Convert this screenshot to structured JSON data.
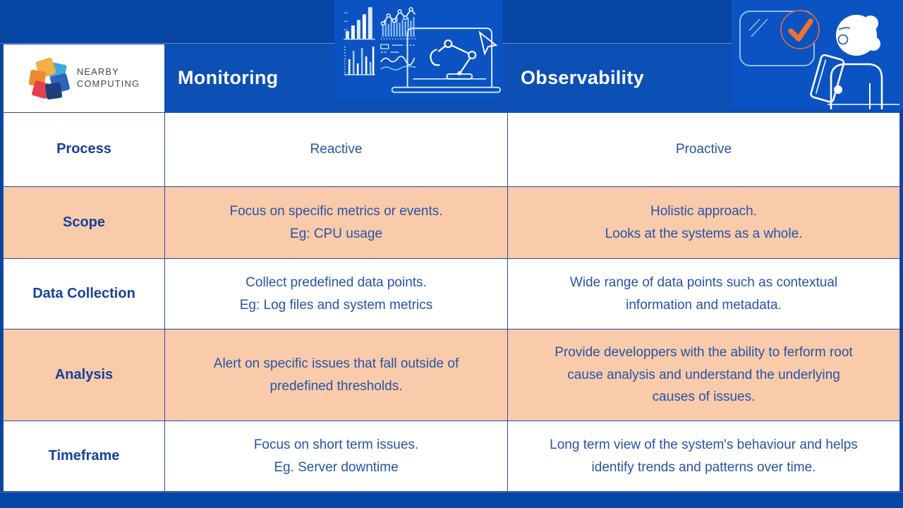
{
  "brand": {
    "name_line1": "NEARBY",
    "name_line2": "COMPUTING"
  },
  "header": {
    "column1_title": "Monitoring",
    "column2_title": "Observability"
  },
  "table": {
    "rows": [
      {
        "label": "Process",
        "monitoring": "Reactive",
        "observability": "Proactive",
        "highlight": false
      },
      {
        "label": "Scope",
        "monitoring": "Focus on specific metrics or events.\nEg: CPU usage",
        "observability": "Holistic approach.\nLooks at the systems as a whole.",
        "highlight": true
      },
      {
        "label": "Data Collection",
        "monitoring": "Collect predefined data points.\nEg: Log files and system metrics",
        "observability": "Wide range of data points such as contextual\ninformation and metadata.",
        "highlight": false
      },
      {
        "label": "Analysis",
        "monitoring": "Alert on specific issues that fall outside of\npredefined thresholds.",
        "observability": "Provide developpers with the ability to ferform root\ncause analysis and understand the underlying\ncauses of issues.",
        "highlight": true
      },
      {
        "label": "Timeframe",
        "monitoring": "Focus on short term issues.\nEg. Server downtime",
        "observability": "Long term view of the system's behaviour and helps\nidentify trends and patterns over time.",
        "highlight": false
      }
    ]
  },
  "icons": {
    "logo": "nearby-computing-logo",
    "center_illustration": "charts-and-robot-arm-laptop-illustration",
    "right_illustration": "person-with-tablet-and-checkmark-illustration"
  },
  "colors": {
    "band_blue": "#0745A4",
    "header_blue": "#0C4FB5",
    "panel_blue": "#0B53C2",
    "peach": "#F9CBAB",
    "label_blue": "#15419B",
    "text_blue": "#2753A6",
    "border_blue": "#2B4C9C",
    "accent_orange": "#ED7132",
    "check_ring": "#DD6A4B"
  }
}
